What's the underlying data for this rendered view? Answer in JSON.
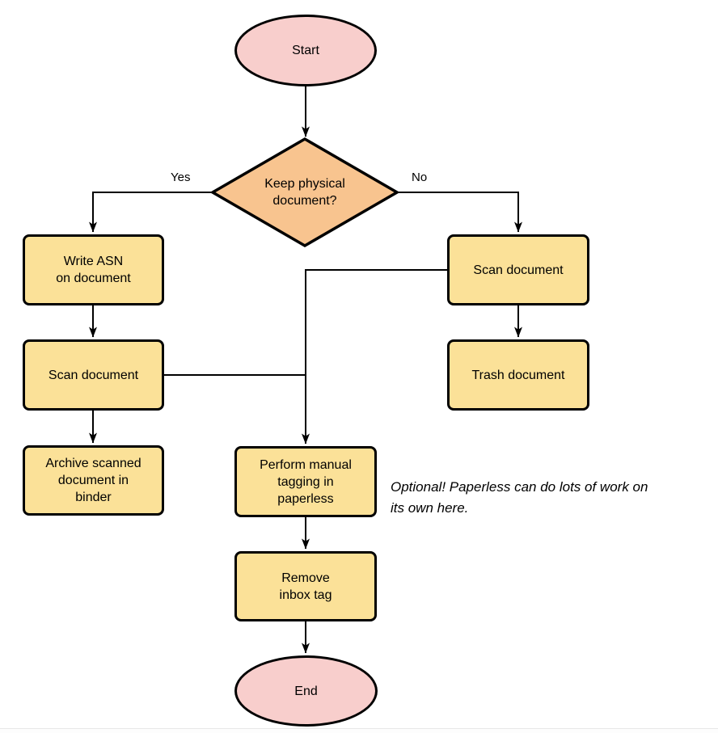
{
  "diagram_type": "flowchart",
  "colors": {
    "terminal_fill": "#f8cecc",
    "process_fill": "#fbe198",
    "decision_fill": "#f8c48f",
    "stroke": "#000000",
    "line": "#000000",
    "bottom_edge_line": "#e8e8e8"
  },
  "nodes": {
    "start": {
      "label": "Start",
      "type": "terminal"
    },
    "decision": {
      "label": "Keep physical\ndocument?",
      "type": "decision"
    },
    "write_asn": {
      "label": "Write ASN\non document",
      "type": "process"
    },
    "scan_left": {
      "label": "Scan document",
      "type": "process"
    },
    "archive": {
      "label": "Archive scanned\ndocument in\nbinder",
      "type": "process"
    },
    "scan_right": {
      "label": "Scan document",
      "type": "process"
    },
    "trash": {
      "label": "Trash document",
      "type": "process"
    },
    "perform_tagging": {
      "label": "Perform manual\ntagging in\npaperless",
      "type": "process"
    },
    "remove_inbox": {
      "label": "Remove\ninbox tag",
      "type": "process"
    },
    "end": {
      "label": "End",
      "type": "terminal"
    }
  },
  "edge_labels": {
    "yes": "Yes",
    "no": "No"
  },
  "edges": [
    "start -> decision",
    "decision -> write_asn (Yes)",
    "decision -> scan_right (No)",
    "write_asn -> scan_left",
    "scan_left -> archive",
    "scan_right -> trash",
    "scan_right -> perform_tagging",
    "scan_left -> perform_tagging",
    "perform_tagging -> remove_inbox",
    "remove_inbox -> end"
  ],
  "note": {
    "text": "Optional! Paperless can do lots of work on\nits own here."
  }
}
